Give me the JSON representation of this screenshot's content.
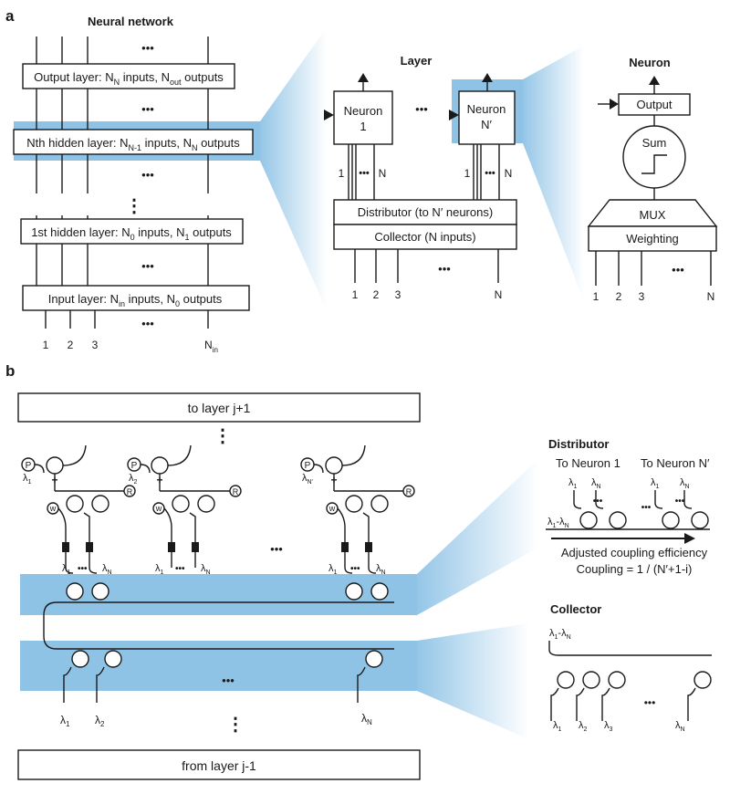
{
  "panel_a": {
    "letter": "a",
    "network": {
      "title": "Neural network",
      "output_layer": [
        "Output layer: N",
        "N",
        " inputs, N",
        "out",
        " outputs"
      ],
      "nth_hidden": [
        "Nth hidden layer: N",
        "N-1",
        " inputs, N",
        "N",
        " outputs"
      ],
      "first_hidden": [
        "1st hidden layer: N",
        "0",
        " inputs, N",
        "1",
        " outputs"
      ],
      "input_layer": [
        "Input layer: N",
        "in",
        " inputs, N",
        "0",
        " outputs"
      ],
      "ellipsis": "•••",
      "vdots": "⋮",
      "bottom_labels": [
        "1",
        "2",
        "3"
      ],
      "bottom_last": [
        "N",
        "in"
      ]
    },
    "layer": {
      "title": "Layer",
      "neuron1": [
        "Neuron",
        "1"
      ],
      "neuronN": [
        "Neuron",
        "N′"
      ],
      "port_first": "1",
      "port_last": "N",
      "distributor": "Distributor (to N′ neurons)",
      "collector": "Collector (N inputs)",
      "bottom_labels": [
        "1",
        "2",
        "3",
        "N"
      ],
      "ellipsis": "•••"
    },
    "neuron": {
      "title": "Neuron",
      "output": "Output",
      "sum": "Sum",
      "mux": "MUX",
      "weighting": "Weighting",
      "bottom_labels": [
        "1",
        "2",
        "3",
        "N"
      ],
      "ellipsis": "•••"
    }
  },
  "panel_b": {
    "letter": "b",
    "to_layer": "to layer j+1",
    "from_layer": "from layer j-1",
    "ellipsis": "•••",
    "vdots": "⋮",
    "p_label": "P",
    "r_label": "R",
    "w_label": "w",
    "lambda": "λ",
    "neuron_lambda_subs": [
      "1",
      "2",
      "N′"
    ],
    "lambda_pair_subs": [
      "1",
      "N"
    ],
    "bottom_lambda_subs": [
      "1",
      "2",
      "N"
    ],
    "distributor": {
      "title": "Distributor",
      "to_neuron_1": "To Neuron 1",
      "to_neuron_n": "To Neuron N′",
      "range_subs": [
        "1",
        "N"
      ],
      "coupling_line1": "Adjusted coupling efficiency",
      "coupling_line2": "Coupling = 1 / (N′+1-i)"
    },
    "collector": {
      "title": "Collector",
      "range_subs": [
        "1",
        "N"
      ],
      "bottom_subs": [
        "1",
        "2",
        "3",
        "N"
      ]
    }
  },
  "colors": {
    "highlight": "#8fc3e6",
    "ink": "#1a1a1a"
  }
}
